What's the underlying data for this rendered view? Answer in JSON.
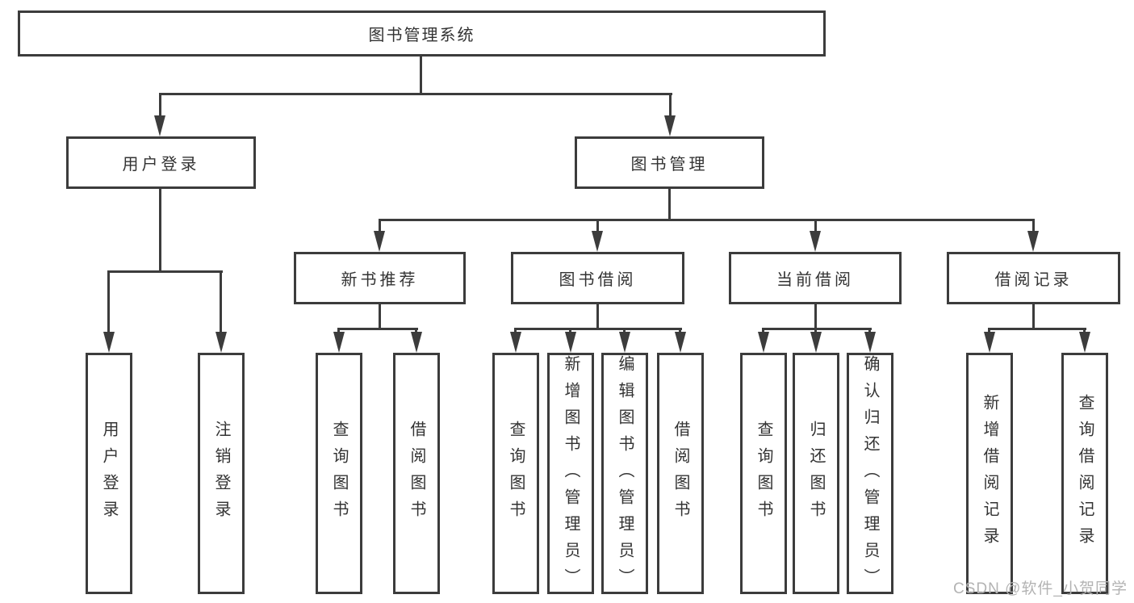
{
  "diagram": {
    "root": {
      "label": "图书管理系统"
    },
    "branches": [
      {
        "label": "用户登录",
        "children": [
          {
            "label": "用户登录"
          },
          {
            "label": "注销登录"
          }
        ]
      },
      {
        "label": "图书管理",
        "children": [
          {
            "label": "新书推荐",
            "children": [
              {
                "label": "查询图书"
              },
              {
                "label": "借阅图书"
              }
            ]
          },
          {
            "label": "图书借阅",
            "children": [
              {
                "label": "查询图书"
              },
              {
                "label": "新增图书（管理员）"
              },
              {
                "label": "编辑图书（管理员）"
              },
              {
                "label": "借阅图书"
              }
            ]
          },
          {
            "label": "当前借阅",
            "children": [
              {
                "label": "查询图书"
              },
              {
                "label": "归还图书"
              },
              {
                "label": "确认归还（管理员）"
              }
            ]
          },
          {
            "label": "借阅记录",
            "children": [
              {
                "label": "新增借阅记录"
              },
              {
                "label": "查询借阅记录"
              }
            ]
          }
        ]
      }
    ]
  },
  "watermark": {
    "text": "CSDN @软件_小贺同学"
  },
  "colors": {
    "line": "#3c3c3c",
    "text": "#333333",
    "watermark": "#b3b3b3",
    "background": "#ffffff"
  }
}
